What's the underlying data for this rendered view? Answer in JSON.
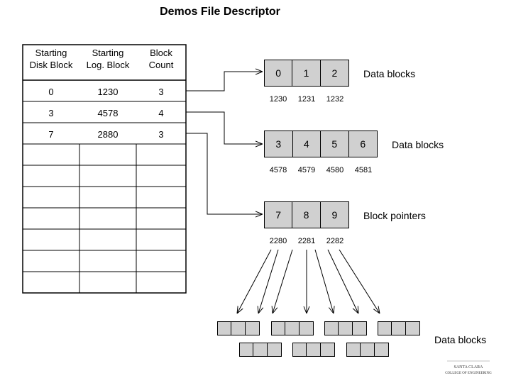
{
  "title": "Demos File Descriptor",
  "table": {
    "headers": [
      [
        "Starting",
        "Disk Block"
      ],
      [
        "Starting",
        "Log. Block"
      ],
      [
        "Block",
        "Count"
      ]
    ],
    "rows": [
      [
        "0",
        "1230",
        "3"
      ],
      [
        "3",
        "4578",
        "4"
      ],
      [
        "7",
        "2880",
        "3"
      ]
    ]
  },
  "groups": [
    {
      "cells": [
        "0",
        "1",
        "2"
      ],
      "addresses": [
        "1230",
        "1231",
        "1232"
      ],
      "label": "Data blocks"
    },
    {
      "cells": [
        "3",
        "4",
        "5",
        "6"
      ],
      "addresses": [
        "4578",
        "4579",
        "4580",
        "4581"
      ],
      "label": "Data blocks"
    },
    {
      "cells": [
        "7",
        "8",
        "9"
      ],
      "addresses": [
        "2280",
        "2281",
        "2282"
      ],
      "label": "Block pointers"
    }
  ],
  "bottom_label": "Data blocks",
  "logo": {
    "line1": "SANTA CLARA",
    "line2": "COLLEGE OF ENGINEERING"
  },
  "colors": {
    "block_fill": "#d0d0d0",
    "line": "#000000"
  }
}
